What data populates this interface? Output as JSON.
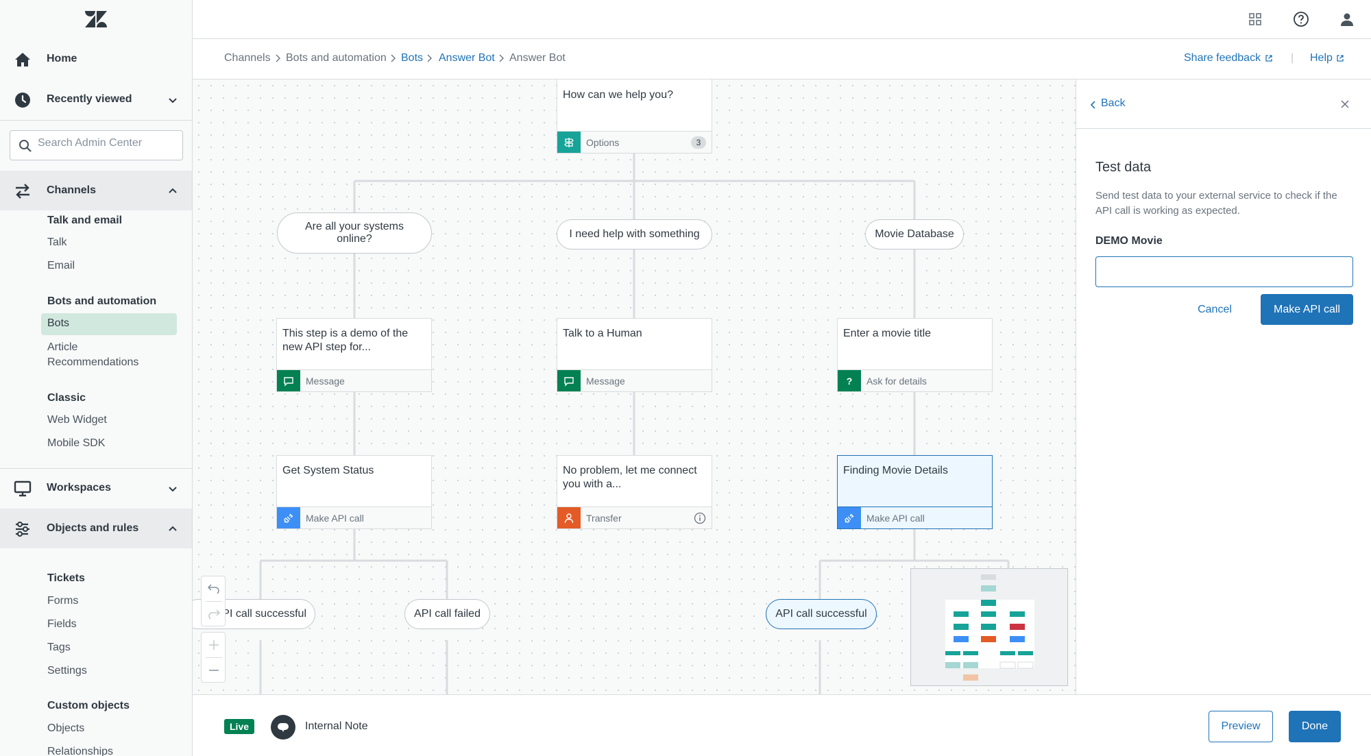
{
  "sidebar": {
    "nav": {
      "home": "Home",
      "recently_viewed": "Recently viewed",
      "channels": "Channels",
      "workspaces": "Workspaces",
      "objects_rules": "Objects and rules"
    },
    "search_placeholder": "Search Admin Center",
    "channels_groups": {
      "talk_email": "Talk and email",
      "talk": "Talk",
      "email": "Email",
      "bots_automation": "Bots and automation",
      "bots": "Bots",
      "article_rec_1": "Article",
      "article_rec_2": "Recommendations",
      "classic": "Classic",
      "web_widget": "Web Widget",
      "mobile_sdk": "Mobile SDK"
    },
    "objects_groups": {
      "tickets": "Tickets",
      "forms": "Forms",
      "fields": "Fields",
      "tags": "Tags",
      "settings": "Settings",
      "custom_objects": "Custom objects",
      "objects": "Objects",
      "relationships": "Relationships"
    }
  },
  "breadcrumb": {
    "items": [
      "Channels",
      "Bots and automation",
      "Bots",
      "Answer Bot",
      "Answer Bot"
    ],
    "share_feedback": "Share feedback",
    "help": "Help"
  },
  "flow": {
    "root": {
      "text": "How can we help you?",
      "type": "Options",
      "count": "3"
    },
    "options": {
      "o1": "Are all your systems online?",
      "o2": "I need help with something",
      "o3": "Movie Database"
    },
    "steps": {
      "s1": {
        "text": "This step is a demo of the new API step for...",
        "type": "Message"
      },
      "s2": {
        "text": "Talk to a Human",
        "type": "Message"
      },
      "s3": {
        "text": "Enter a movie title",
        "type": "Ask for details",
        "icon": "?"
      },
      "s4": {
        "text": "Get System Status",
        "type": "Make API call"
      },
      "s5": {
        "text": "No problem, let me connect you with a...",
        "type": "Transfer"
      },
      "s6": {
        "text": "Finding Movie Details",
        "type": "Make API call"
      }
    },
    "branches": {
      "b1": "API call successful",
      "b2": "API call failed",
      "b3": "API call successful"
    }
  },
  "panel": {
    "back": "Back",
    "title": "Test data",
    "description": "Send test data to your external service to check if the API call is working as expected.",
    "field_label": "DEMO Movie",
    "field_value": "",
    "cancel": "Cancel",
    "make_api_call": "Make API call"
  },
  "bottom": {
    "status": "Live",
    "channel": "Internal Note",
    "preview": "Preview",
    "done": "Done"
  },
  "colors": {
    "accent": "#1f73b7",
    "message_teal": "#038153",
    "option_teal": "#17a398",
    "transfer_orange": "#e35b26",
    "api_blue": "#3d8ff5",
    "selected_nav": "#d1e8df"
  }
}
